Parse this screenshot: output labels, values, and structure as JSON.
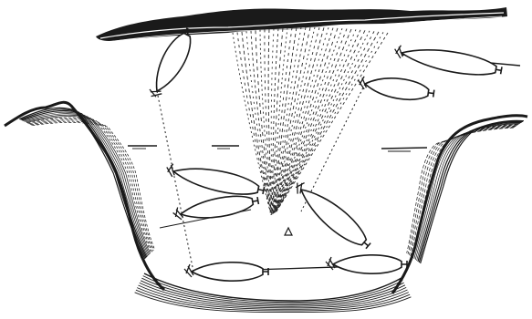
{
  "illustration": {
    "colors": {
      "ink": "#1a1a1a",
      "paper": "#ffffff",
      "hatch": "#2b2b2b"
    },
    "elements": [
      {
        "name": "top-ice-shelf",
        "kind": "hatched-band"
      },
      {
        "name": "central-wave-cone",
        "kind": "dashed-fan"
      },
      {
        "name": "left-bank",
        "kind": "contoured-slope"
      },
      {
        "name": "right-bank",
        "kind": "contoured-slope"
      },
      {
        "name": "boat-figure",
        "kind": "outlined-hull",
        "count": 8
      },
      {
        "name": "water-surface-mark",
        "kind": "short-stroke",
        "count": 3
      },
      {
        "name": "sight-line",
        "kind": "dotted-line",
        "count": 2
      }
    ]
  }
}
